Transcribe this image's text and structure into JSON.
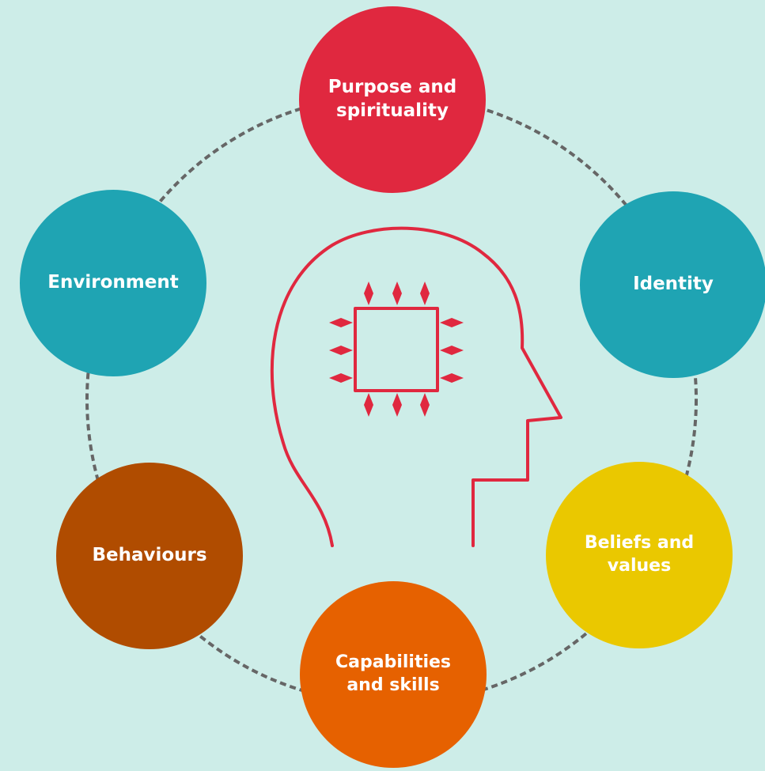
{
  "diagram": {
    "background_color": "#cdede8",
    "ring_color": "#666666",
    "head_color": "#e0283f",
    "nodes": [
      {
        "id": "purpose",
        "label": "Purpose and\nspirituality",
        "color": "#e0283f"
      },
      {
        "id": "identity",
        "label": "Identity",
        "color": "#1fa4b3"
      },
      {
        "id": "beliefs",
        "label": "Beliefs and\nvalues",
        "color": "#eac800"
      },
      {
        "id": "capabilities",
        "label": "Capabilities\nand skills",
        "color": "#e66100"
      },
      {
        "id": "behaviours",
        "label": "Behaviours",
        "color": "#b04c00"
      },
      {
        "id": "environment",
        "label": "Environment",
        "color": "#1fa4b3"
      }
    ],
    "center_icon": "head-with-chip-icon"
  }
}
